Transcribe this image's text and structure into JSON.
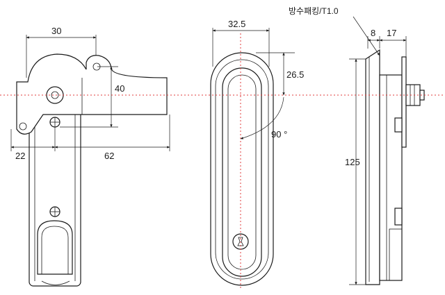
{
  "front_view": {
    "dim_width_top": "30",
    "dim_height": "40",
    "dim_left_offset": "22",
    "dim_length": "62"
  },
  "side_view": {
    "dim_width_top": "32.5",
    "dim_offset": "26.5",
    "rotation_angle": "90 °"
  },
  "profile_view": {
    "gasket_note": "방수패킹/T1.0",
    "dim_gasket": "8",
    "dim_depth": "17",
    "dim_total_height": "125"
  }
}
